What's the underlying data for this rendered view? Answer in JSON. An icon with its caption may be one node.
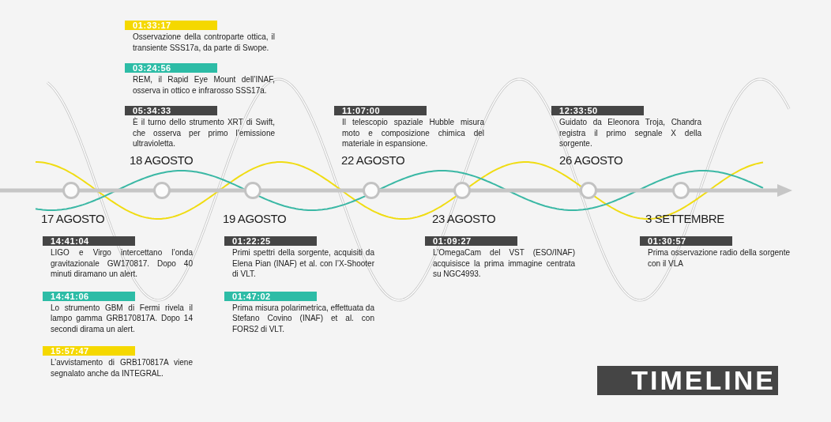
{
  "diagram": {
    "title": "TIMELINE",
    "nodes": [
      {
        "text": [],
        "shape": "circle",
        "beside": [
          "17 AGOSTO"
        ]
      },
      {
        "text": [],
        "shape": "circle",
        "beside": [
          "18 AGOSTO"
        ]
      },
      {
        "text": [],
        "shape": "circle",
        "beside": [
          "19 AGOSTO"
        ]
      },
      {
        "text": [],
        "shape": "circle",
        "beside": [
          "22 AGOSTO"
        ]
      },
      {
        "text": [],
        "shape": "circle",
        "beside": [
          "23 AGOSTO"
        ]
      },
      {
        "text": [],
        "shape": "circle",
        "beside": [
          "26 AGOSTO"
        ]
      },
      {
        "text": [],
        "shape": "circle",
        "beside": [
          "3 SETTEMBRE"
        ]
      },
      {
        "text": [
          "14:41:04",
          "LIGO e Virgo intercettano l’onda gravitazionale GW170817. Dopo 40 minuti diramano un alert."
        ]
      },
      {
        "text": [
          "14:41:06",
          "Lo strumento GBM di Fermi rivela il lampo gamma GRB170817A. Dopo 14 secondi dirama un alert."
        ]
      },
      {
        "text": [
          "15:57:47",
          "L’avvistamento di GRB170817A viene segnalato anche da INTEGRAL."
        ]
      },
      {
        "text": [
          "01:33:17",
          "Osservazione della controparte ottica, il transiente SSS17a, da parte di Swope."
        ]
      },
      {
        "text": [
          "03:24:56",
          "REM, il Rapid Eye Mount dell’INAF, osserva in ottico e infrarosso SSS17a."
        ]
      },
      {
        "text": [
          "05:34:33",
          "È il turno dello strumento XRT di Swift, che osserva per primo l’emissione ultravioletta."
        ]
      },
      {
        "text": [
          "01:22:25",
          "Primi spettri della sorgente, acquisiti da Elena Pian (INAF) et al. con l’X-Shooter di VLT."
        ]
      },
      {
        "text": [
          "01:47:02",
          "Prima misura polarimetrica, effettuata da Stefano Covino (INAF) et al. con FORS2 di VLT."
        ]
      },
      {
        "text": [
          "11:07:00",
          "Il telescopio spaziale Hubble misura moto e composizione chimica del materiale in espansione."
        ]
      },
      {
        "text": [
          "01:09:27",
          "L’OmegaCam del VST (ESO/INAF) acquisisce la prima immagine centrata su NGC4993."
        ]
      },
      {
        "text": [
          "12:33:50",
          "Guidato da Eleonora Troja, Chandra registra il primo segnale X della sorgente."
        ]
      },
      {
        "text": [
          "01:30:57",
          "Prima osservazione radio della sorgente con il VLA"
        ]
      }
    ]
  }
}
